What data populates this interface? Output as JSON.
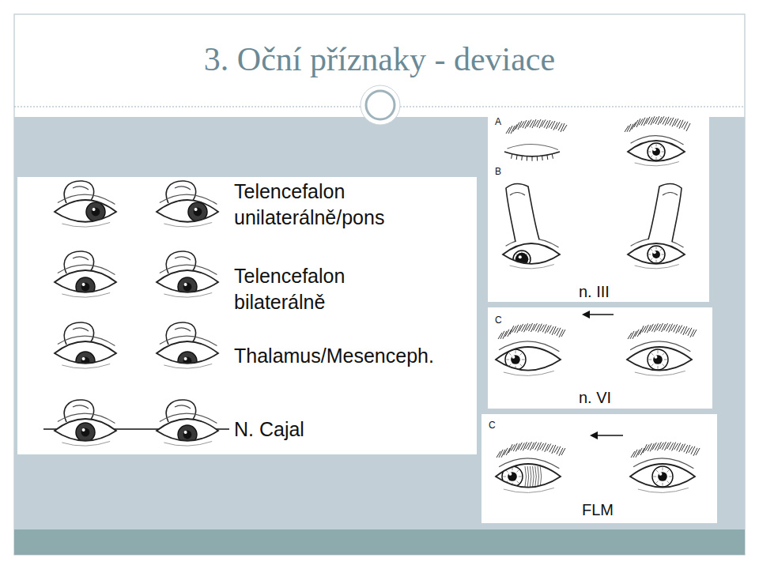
{
  "diagram": {
    "title": "3. Oční příznaky - deviace",
    "labels": [
      "Telencefalon unilaterálně/pons",
      "Telencefalon bilaterálně",
      "Thalamus/Mesenceph.",
      "N. Cajal",
      "A",
      "B",
      "n. III",
      "C",
      "n. VI",
      "C",
      "FLM"
    ]
  }
}
